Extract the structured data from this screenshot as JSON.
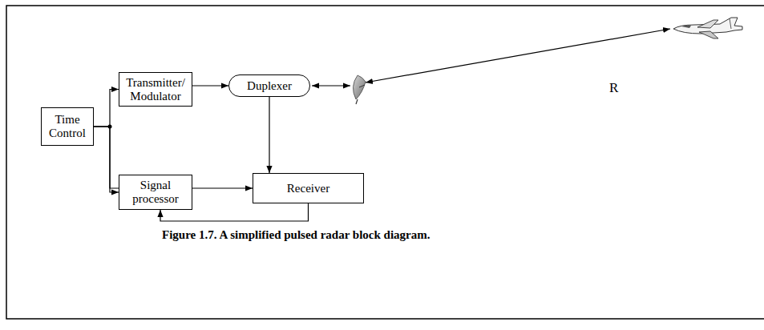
{
  "diagram": {
    "caption": "Figure 1.7. A simplified pulsed radar block diagram.",
    "nodes": [
      {
        "text": [
          "Time Control"
        ]
      },
      {
        "text": [
          "Transmitter/ Modulator"
        ]
      },
      {
        "text": [
          "Duplexer"
        ]
      },
      {
        "text": [
          "Signal processor"
        ]
      },
      {
        "text": [
          "Receiver"
        ]
      }
    ],
    "edges": [
      {
        "from": 0,
        "to": 1,
        "arrow": "to"
      },
      {
        "from": 0,
        "to": 3,
        "arrow": "to"
      },
      {
        "from": 0,
        "to": 4,
        "arrow": "to"
      },
      {
        "from": 1,
        "to": 2,
        "arrow": "to"
      },
      {
        "from": 2,
        "to": 4,
        "arrow": "to"
      },
      {
        "from": 4,
        "to": 3,
        "arrow": "to"
      }
    ],
    "labels": [
      "R"
    ]
  }
}
